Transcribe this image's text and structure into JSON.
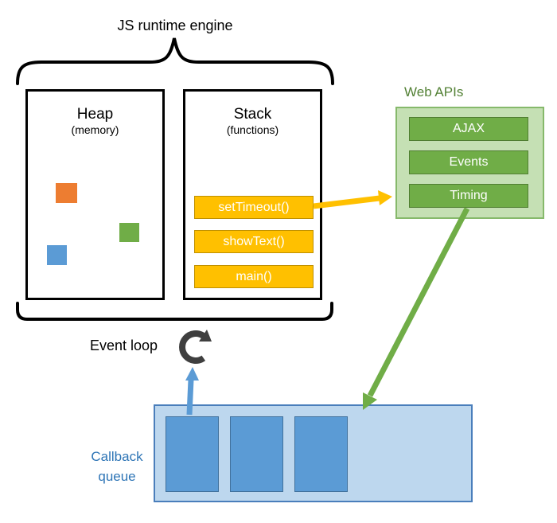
{
  "title": "JS runtime engine",
  "heap": {
    "title": "Heap",
    "subtitle": "(memory)",
    "squares": [
      {
        "name": "orange",
        "color": "#ED7D31"
      },
      {
        "name": "green",
        "color": "#70AD47"
      },
      {
        "name": "blue",
        "color": "#5B9BD5"
      }
    ]
  },
  "stack": {
    "title": "Stack",
    "subtitle": "(functions)",
    "frames": [
      "setTimeout()",
      "showText()",
      "main()"
    ]
  },
  "web_apis": {
    "title": "Web APIs",
    "items": [
      "AJAX",
      "Events",
      "Timing"
    ]
  },
  "event_loop": {
    "label": "Event loop"
  },
  "callback_queue": {
    "label_line1": "Callback",
    "label_line2": "queue",
    "item_count": "3"
  },
  "colors": {
    "black": "#000000",
    "orange": "#ED7D31",
    "yellow": "#FFC000",
    "yellow_dark": "#BF9000",
    "green": "#70AD47",
    "green_dark": "#507E32",
    "green_light": "#C5E0B4",
    "green_border": "#86B96B",
    "green_text": "#538135",
    "blue": "#5B9BD5",
    "blue_dark": "#41719C",
    "blue_light": "#BDD7EE",
    "blue_border": "#4A7EBB",
    "blue_text": "#2E75B6",
    "icon_gray": "#3F3F3F"
  }
}
